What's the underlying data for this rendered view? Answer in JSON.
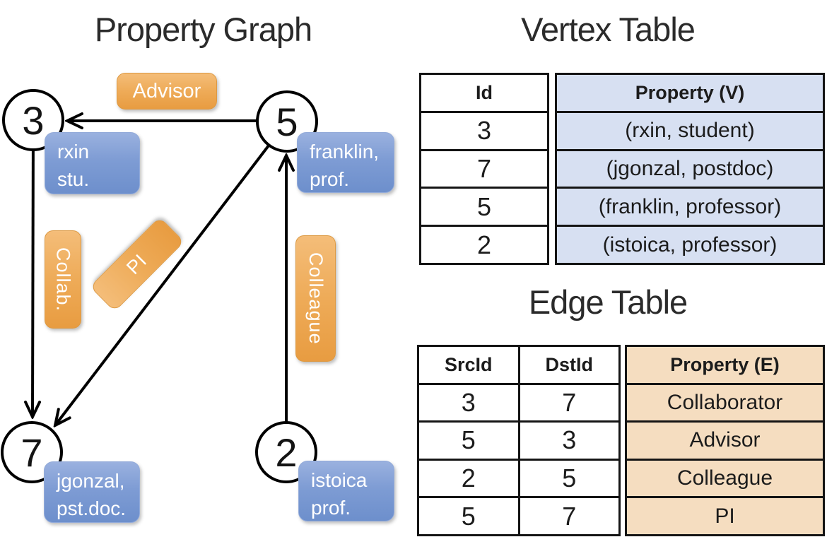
{
  "titles": {
    "graph": "Property Graph",
    "vertex_table": "Vertex Table",
    "edge_table": "Edge Table"
  },
  "graph": {
    "vertices": [
      {
        "id": "3",
        "label_lines": [
          "rxin",
          "stu."
        ]
      },
      {
        "id": "5",
        "label_lines": [
          "franklin,",
          "prof."
        ]
      },
      {
        "id": "7",
        "label_lines": [
          "jgonzal,",
          "pst.doc."
        ]
      },
      {
        "id": "2",
        "label_lines": [
          "istoica",
          "prof."
        ]
      }
    ],
    "edge_labels": {
      "advisor": "Advisor",
      "collab": "Collab.",
      "pi": "PI",
      "colleague": "Colleague"
    },
    "edges": [
      {
        "from": "5",
        "to": "3",
        "label": "Advisor"
      },
      {
        "from": "3",
        "to": "7",
        "label": "Collab."
      },
      {
        "from": "5",
        "to": "7",
        "label": "PI"
      },
      {
        "from": "2",
        "to": "5",
        "label": "Colleague"
      }
    ]
  },
  "vertex_table": {
    "columns": [
      "Id",
      "Property (V)"
    ],
    "rows": [
      [
        "3",
        "(rxin, student)"
      ],
      [
        "7",
        "(jgonzal, postdoc)"
      ],
      [
        "5",
        "(franklin, professor)"
      ],
      [
        "2",
        "(istoica, professor)"
      ]
    ]
  },
  "edge_table": {
    "columns": [
      "SrcId",
      "DstId",
      "Property (E)"
    ],
    "rows": [
      [
        "3",
        "7",
        "Collaborator"
      ],
      [
        "5",
        "3",
        "Advisor"
      ],
      [
        "2",
        "5",
        "Colleague"
      ],
      [
        "5",
        "7",
        "PI"
      ]
    ]
  },
  "colors": {
    "vertex_property_fill": "#d7e0f2",
    "edge_property_fill": "#f5ddc0",
    "orange_box_top": "#f4bd79",
    "orange_box_bottom": "#e89c41",
    "blue_box_top": "#9ab1df",
    "blue_box_bottom": "#6d8fcc",
    "line_color": "#000000"
  }
}
